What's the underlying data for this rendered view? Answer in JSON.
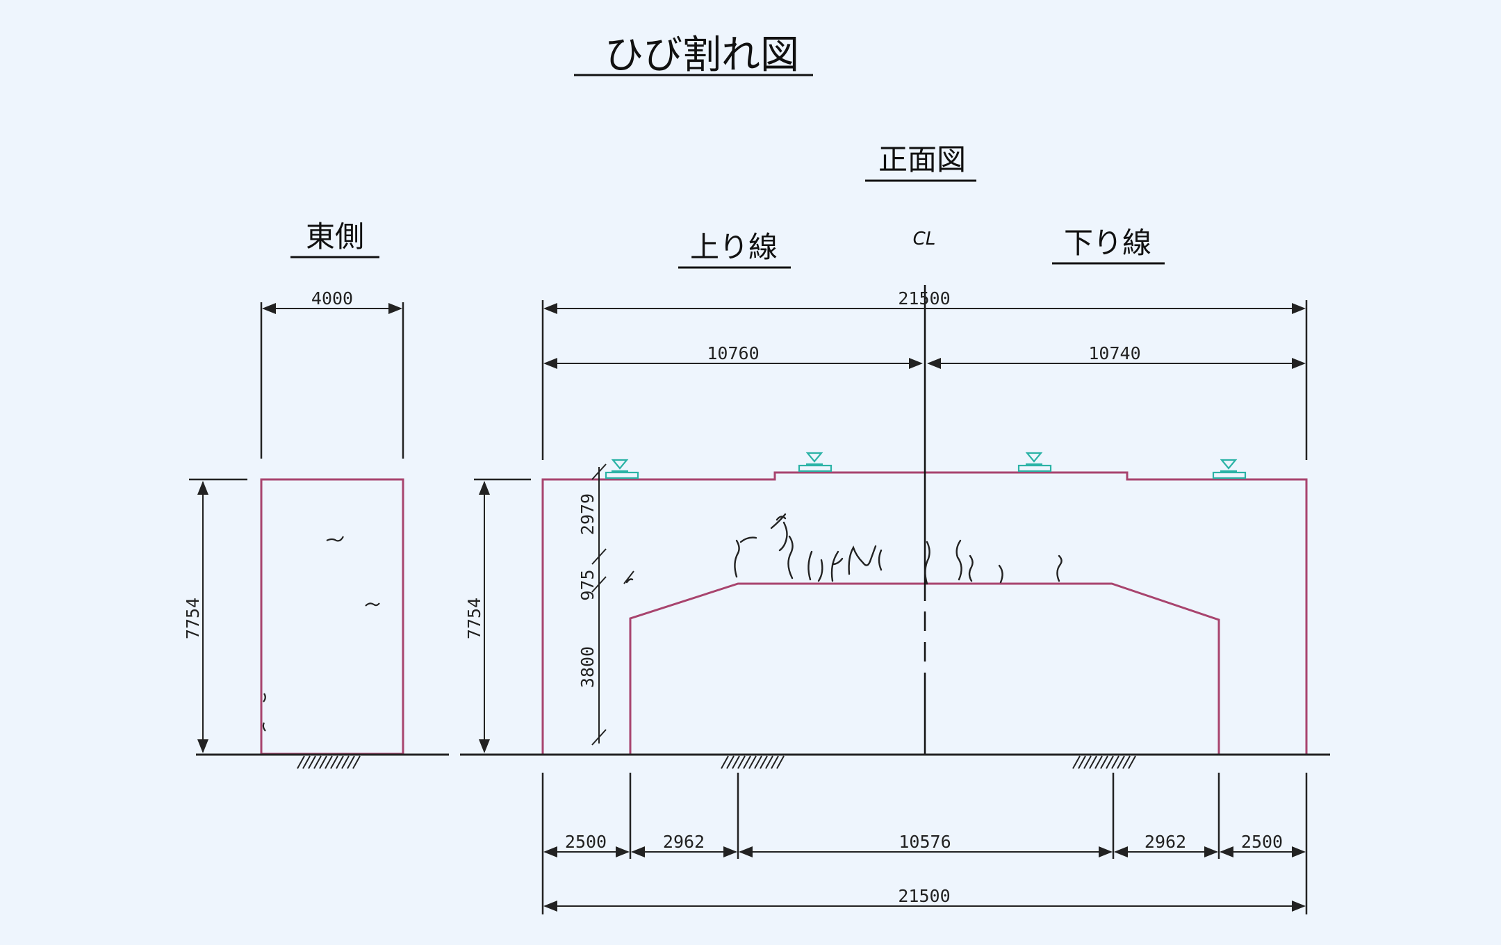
{
  "title": "ひび割れ図",
  "views": {
    "front": "正面図",
    "east": "東側",
    "up_line": "上り線",
    "down_line": "下り線",
    "centerline": "CL"
  },
  "dimensions": {
    "east_width": "4000",
    "east_height": "7754",
    "front_height": "7754",
    "total_width_top": "21500",
    "left_half": "10760",
    "right_half": "10740",
    "seg_2979": "2979",
    "seg_975": "975",
    "seg_3800": "3800",
    "bottom_1": "2500",
    "bottom_2": "2962",
    "bottom_3": "10576",
    "bottom_4": "2962",
    "bottom_5": "2500",
    "total_width_bottom": "21500"
  },
  "colors": {
    "background": "#eef5fd",
    "structure_line": "#a8446e",
    "dimension_line": "#222222",
    "rail_marker": "#2bb3a6",
    "crack": "#222222"
  }
}
